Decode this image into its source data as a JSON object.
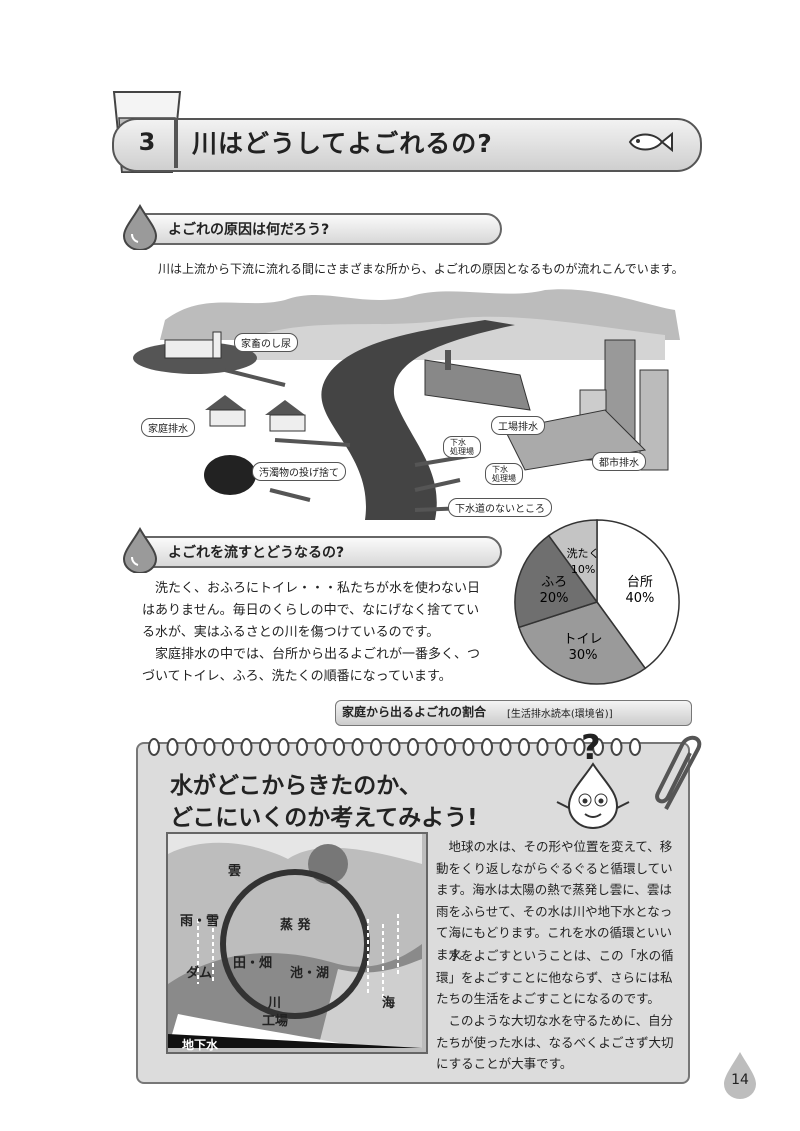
{
  "header": {
    "number": "3",
    "title": "川はどうしてよごれるの?"
  },
  "section1": {
    "heading": "よごれの原因は何だろう?",
    "intro": "川は上流から下流に流れる間にさまざまな所から、よごれの原因となるものが流れこんでいます。",
    "labels": {
      "livestock": "家畜のし尿",
      "household": "家庭排水",
      "dumping": "汚濁物の投げ捨て",
      "factory": "工場排水",
      "sewage1": "下水\n処理場",
      "sewage2": "下水\n処理場",
      "urban": "都市排水",
      "no_sewer": "下水道のないところ"
    }
  },
  "section2": {
    "heading": "よごれを流すとどうなるの?",
    "paragraph1": "洗たく、おふろにトイレ・・・私たちが水を使わない日はありません。毎日のくらしの中で、なにげなく捨てている水が、実はふるさとの川を傷つけているのです。",
    "paragraph2": "家庭排水の中では、台所から出るよごれが一番多く、つづいてトイレ、ふろ、洗たくの順番になっています。",
    "caption_main": "家庭から出るよごれの割合",
    "caption_source": "[生活排水読本(環境省)]"
  },
  "chart_data": {
    "type": "pie",
    "categories": [
      "台所",
      "トイレ",
      "ふろ",
      "洗たく"
    ],
    "values": [
      40,
      30,
      20,
      10
    ],
    "value_labels": [
      "40%",
      "30%",
      "20%",
      "10%"
    ],
    "colors": [
      "#ffffff",
      "#9a9a9a",
      "#6f6f6f",
      "#c4c4c4"
    ]
  },
  "notebook": {
    "title_line1": "水がどこからきたのか、",
    "title_line2": "どこにいくのか考えてみよう!",
    "paragraph1": "地球の水は、その形や位置を変えて、移動をくり返しながらぐるぐると循環しています。海水は太陽の熱で蒸発し雲に、雲は雨をふらせて、その水は川や地下水となって海にもどります。これを水の循環といいます。",
    "paragraph2": "水をよごすということは、この「水の循環」をよごすことに他ならず、さらには私たちの生活をよごすことになるのです。",
    "paragraph3": "このような大切な水を守るために、自分たちが使った水は、なるべくよごさず大切にすることが大事です。",
    "diagram_labels": {
      "cloud": "雲",
      "rain": "雨・雪",
      "evaporation": "蒸 発",
      "field": "田・畑",
      "dam": "ダム",
      "lake": "池・湖",
      "river": "川",
      "factory": "工場",
      "sea": "海",
      "groundwater": "地下水"
    },
    "question_mark": "?"
  },
  "page_number": "14"
}
